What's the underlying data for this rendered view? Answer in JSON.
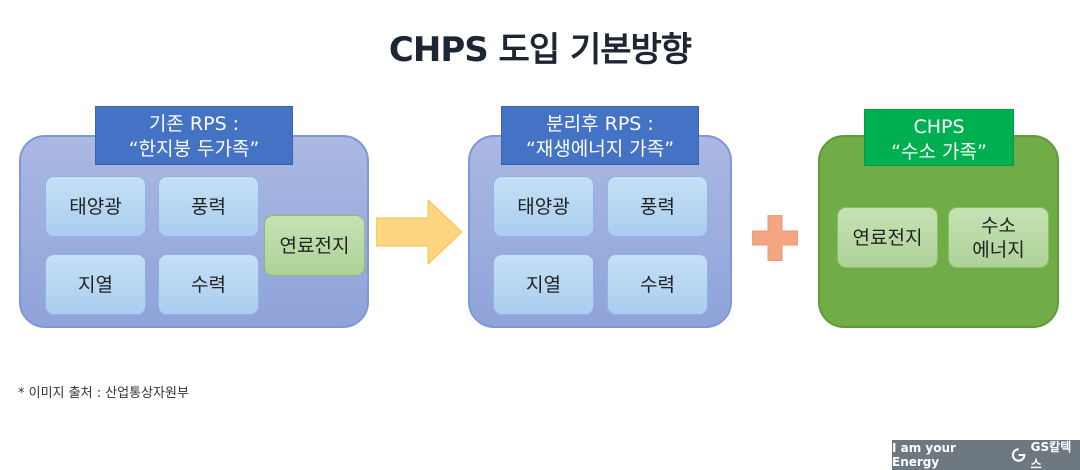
{
  "title": "CHPS 도입 기본방향",
  "existing": {
    "label_line1": "기존 RPS :",
    "label_line2": "“한지붕 두가족”",
    "tiles": [
      "태양광",
      "풍력",
      "지열",
      "수력",
      "연료전지"
    ]
  },
  "after": {
    "label_line1": "분리후 RPS :",
    "label_line2": "“재생에너지 가족”",
    "tiles": [
      "태양광",
      "풍력",
      "지열",
      "수력"
    ]
  },
  "chps": {
    "label_line1": "CHPS",
    "label_line2": "“수소 가족”",
    "tiles": [
      "연료전지",
      "수소\n에너지"
    ]
  },
  "source": "* 이미지 출처 : 산업통상자원부",
  "brand": {
    "slogan": "I am your Energy",
    "logo_text": "GS칼텍스"
  },
  "colors": {
    "group_blue": "#8fa3da",
    "label_blue": "#4472c4",
    "tile_blue": "#aacdef",
    "group_green": "#70ad47",
    "label_green": "#00b050",
    "tile_green": "#aed298",
    "arrow": "#ffd580",
    "plus": "#f4a582"
  },
  "icons": {
    "arrow": "right-arrow-icon",
    "plus": "plus-icon"
  }
}
